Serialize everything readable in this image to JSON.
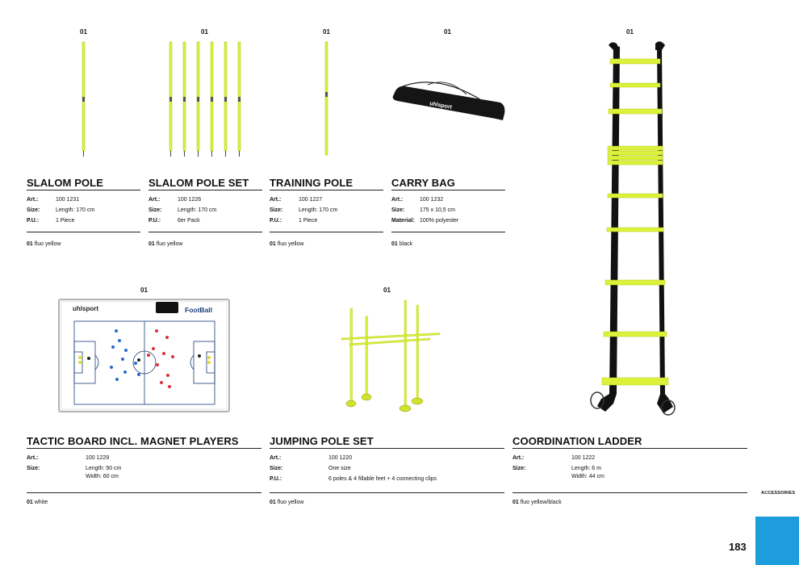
{
  "brand": "uhlsport",
  "products": [
    {
      "variant": "01",
      "title": "SLALOM POLE",
      "specs": [
        {
          "label": "Art.:",
          "value": "100 1231"
        },
        {
          "label": "Size:",
          "value": "Length: 170 cm"
        },
        {
          "label": "P.U.:",
          "value": "1 Piece"
        }
      ],
      "color_code": "01",
      "color_name": "fluo yellow"
    },
    {
      "variant": "01",
      "title": "SLALOM POLE SET",
      "specs": [
        {
          "label": "Art.:",
          "value": "100 1226"
        },
        {
          "label": "Size:",
          "value": "Length: 170 cm"
        },
        {
          "label": "P.U.:",
          "value": "6er Pack"
        }
      ],
      "color_code": "01",
      "color_name": "fluo yellow"
    },
    {
      "variant": "01",
      "title": "TRAINING POLE",
      "specs": [
        {
          "label": "Art.:",
          "value": "100 1227"
        },
        {
          "label": "Size:",
          "value": "Length: 170 cm"
        },
        {
          "label": "P.U.:",
          "value": "1 Piece"
        }
      ],
      "color_code": "01",
      "color_name": "fluo yellow"
    },
    {
      "variant": "01",
      "title": "CARRY BAG",
      "specs": [
        {
          "label": "Art.:",
          "value": "100 1232"
        },
        {
          "label": "Size:",
          "value": "175 x 10,5 cm"
        },
        {
          "label": "Material:",
          "value": "100% polyester"
        }
      ],
      "color_code": "01",
      "color_name": "black"
    },
    {
      "variant": "01",
      "title": "TACTIC BOARD INCL. MAGNET PLAYERS",
      "specs": [
        {
          "label": "Art.:",
          "value": "100 1229"
        },
        {
          "label": "Size:",
          "value": "Length: 90 cm",
          "value2": "Width: 60 cm"
        }
      ],
      "color_code": "01",
      "color_name": "white",
      "board_label": "FootBall"
    },
    {
      "variant": "01",
      "title": "JUMPING POLE SET",
      "specs": [
        {
          "label": "Art.:",
          "value": "100 1220"
        },
        {
          "label": "Size:",
          "value": "One size"
        },
        {
          "label": "P.U.:",
          "value": "6 poles & 4 fillable feet + 4 connecting clips"
        }
      ],
      "color_code": "01",
      "color_name": "fluo yellow"
    },
    {
      "variant": "01",
      "title": "COORDINATION LADDER",
      "specs": [
        {
          "label": "Art.:",
          "value": "100 1222"
        },
        {
          "label": "Size:",
          "value": "Length: 6 m",
          "value2": "Width: 44 cm"
        }
      ],
      "color_code": "01",
      "color_name": "fluo yellow/black"
    }
  ],
  "section_label": "ACCESSORIES",
  "page_number": "183",
  "colors": {
    "fluo_yellow": "#dcf23a",
    "accent_blue": "#1e9ddc",
    "black": "#111111"
  }
}
